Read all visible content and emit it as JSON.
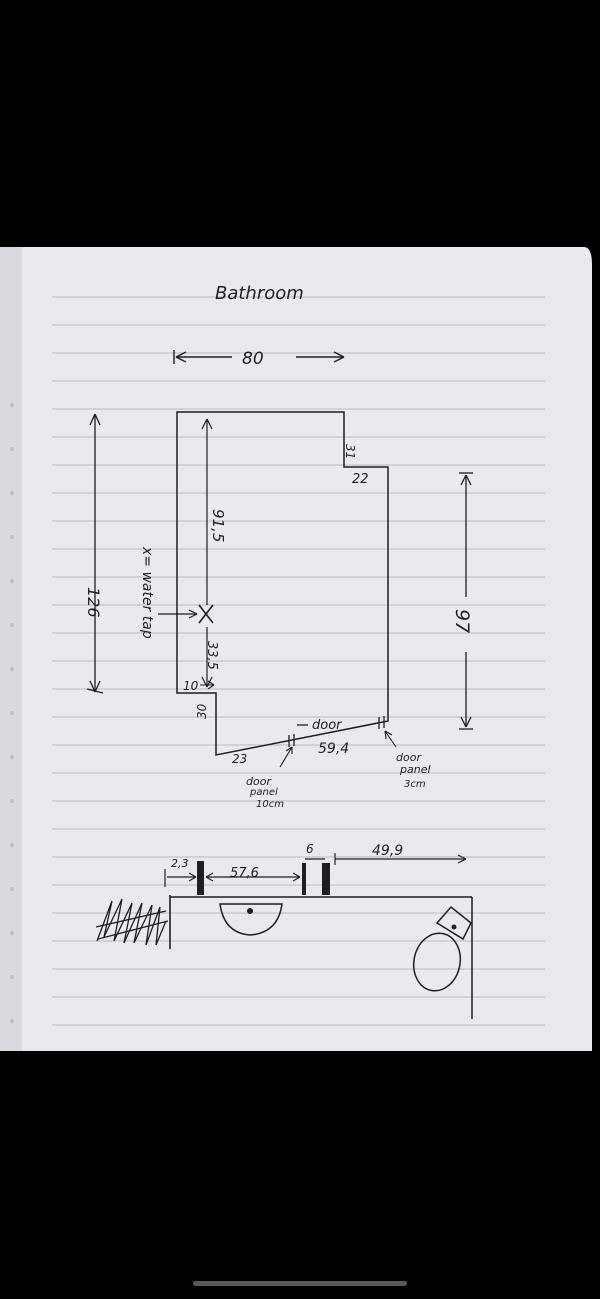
{
  "title": "Bathroom",
  "dimensions": {
    "top_width": "80",
    "left_height": "126",
    "right_height": "97",
    "step_height": "31",
    "step_width": "22",
    "tap_span": "91,5",
    "tap_offset": "33,5",
    "bottom_left_small": "10",
    "wall_30": "30",
    "wall_23": "23",
    "door_label": "door",
    "door_width": "59,4"
  },
  "legend": {
    "water_tap": "x= water tap"
  },
  "notes": {
    "door_panel_left": [
      "door",
      "panel",
      "10cm"
    ],
    "door_panel_right": [
      "door",
      "panel",
      "3cm"
    ]
  },
  "elevation": {
    "gap_left": "2,3",
    "sink_span": "57,6",
    "panel_small": "6",
    "toilet_span": "49,9"
  }
}
